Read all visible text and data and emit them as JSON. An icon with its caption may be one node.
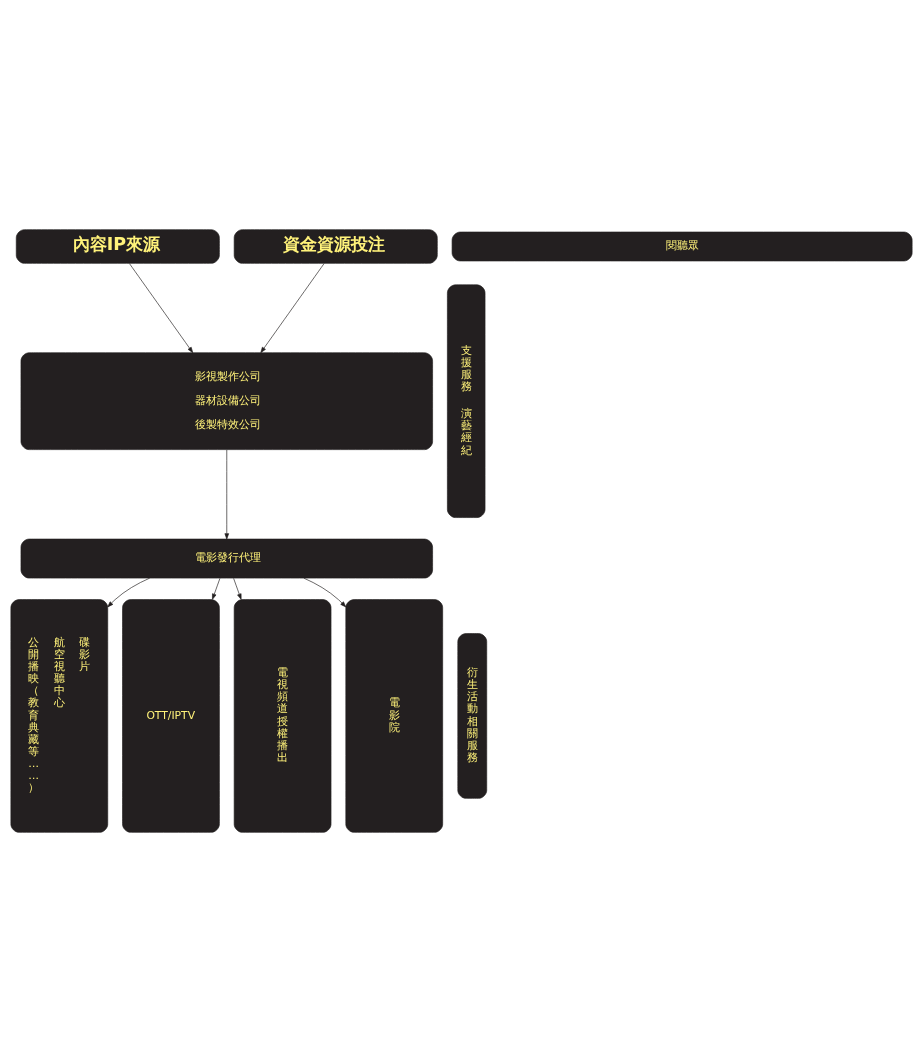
{
  "diagram": {
    "nodes": [
      {
        "text": [
          "內容IP來源"
        ]
      },
      {
        "text": [
          "資金資源投注"
        ]
      },
      {
        "text": [
          "影視製作公司",
          "器材設備公司",
          "後製特效公司"
        ]
      },
      {
        "text": [
          "電影發行代理"
        ]
      },
      {
        "text": [
          "支援服務",
          "演藝經紀"
        ]
      },
      {
        "text": [
          "衍生活動相關服務"
        ]
      },
      {
        "text": [
          "公開播映（教育典藏等……）",
          "航空視聽中心",
          "碟影片"
        ]
      },
      {
        "text": [
          "OTT/IPTV"
        ]
      },
      {
        "text": [
          "電視頻道授權播出"
        ]
      },
      {
        "text": [
          "電影院"
        ]
      },
      {
        "text": [
          "閱聽眾"
        ]
      }
    ],
    "edges": [
      {
        "from": 0,
        "to": 2,
        "arrow": "to"
      },
      {
        "from": 1,
        "to": 2,
        "arrow": "to"
      },
      {
        "from": 2,
        "to": 3,
        "arrow": "to"
      },
      {
        "from": 3,
        "to": 6,
        "arrow": "to"
      },
      {
        "from": 3,
        "to": 7,
        "arrow": "to"
      },
      {
        "from": 3,
        "to": 8,
        "arrow": "to"
      },
      {
        "from": 3,
        "to": 9,
        "arrow": "to"
      }
    ]
  }
}
